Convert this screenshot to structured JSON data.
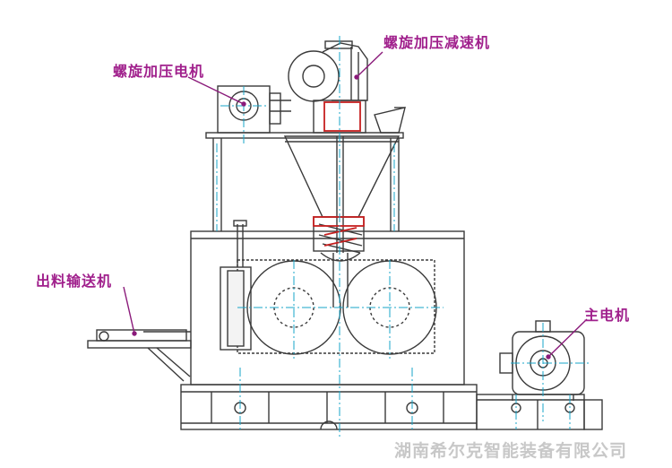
{
  "labels": {
    "screw_reducer": "螺旋加压减速机",
    "screw_motor": "螺旋加压电机",
    "discharge_conveyor": "出料输送机",
    "main_motor": "主电机"
  },
  "watermark": "湖南希尔克智能装备有限公司",
  "colors": {
    "label": "#a0208c",
    "leader": "#8a1a7a",
    "line": "#3a3a3a",
    "centerline": "#17a6c9",
    "accent_red": "#c62020",
    "watermark": "#c8c8c8"
  }
}
